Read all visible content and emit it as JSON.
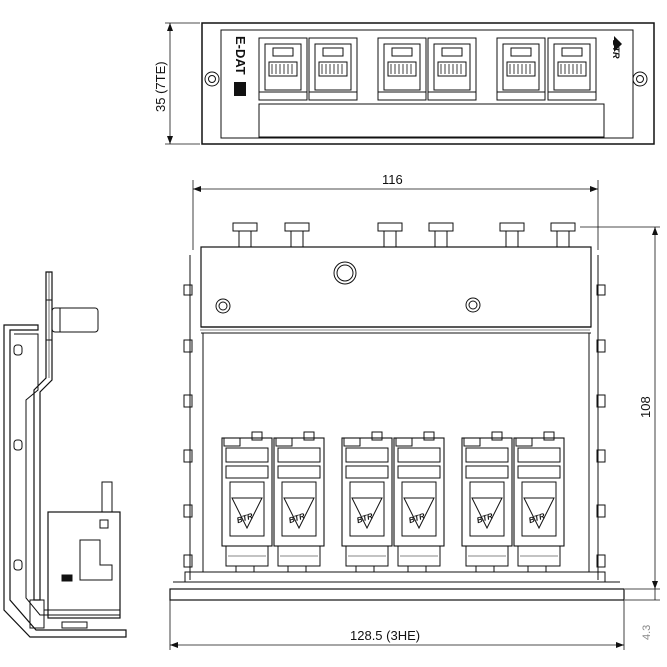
{
  "dimensions": {
    "height_top": "35 (7TE)",
    "width_inner": "116",
    "height_front": "108",
    "width_bottom": "128.5 (3HE)",
    "offset_small": "4.3"
  },
  "front_panel": {
    "brand": "E-DAT",
    "logo": "BTR",
    "port_count": 6
  },
  "module": {
    "logo": "BTR",
    "jack_count": 6
  }
}
